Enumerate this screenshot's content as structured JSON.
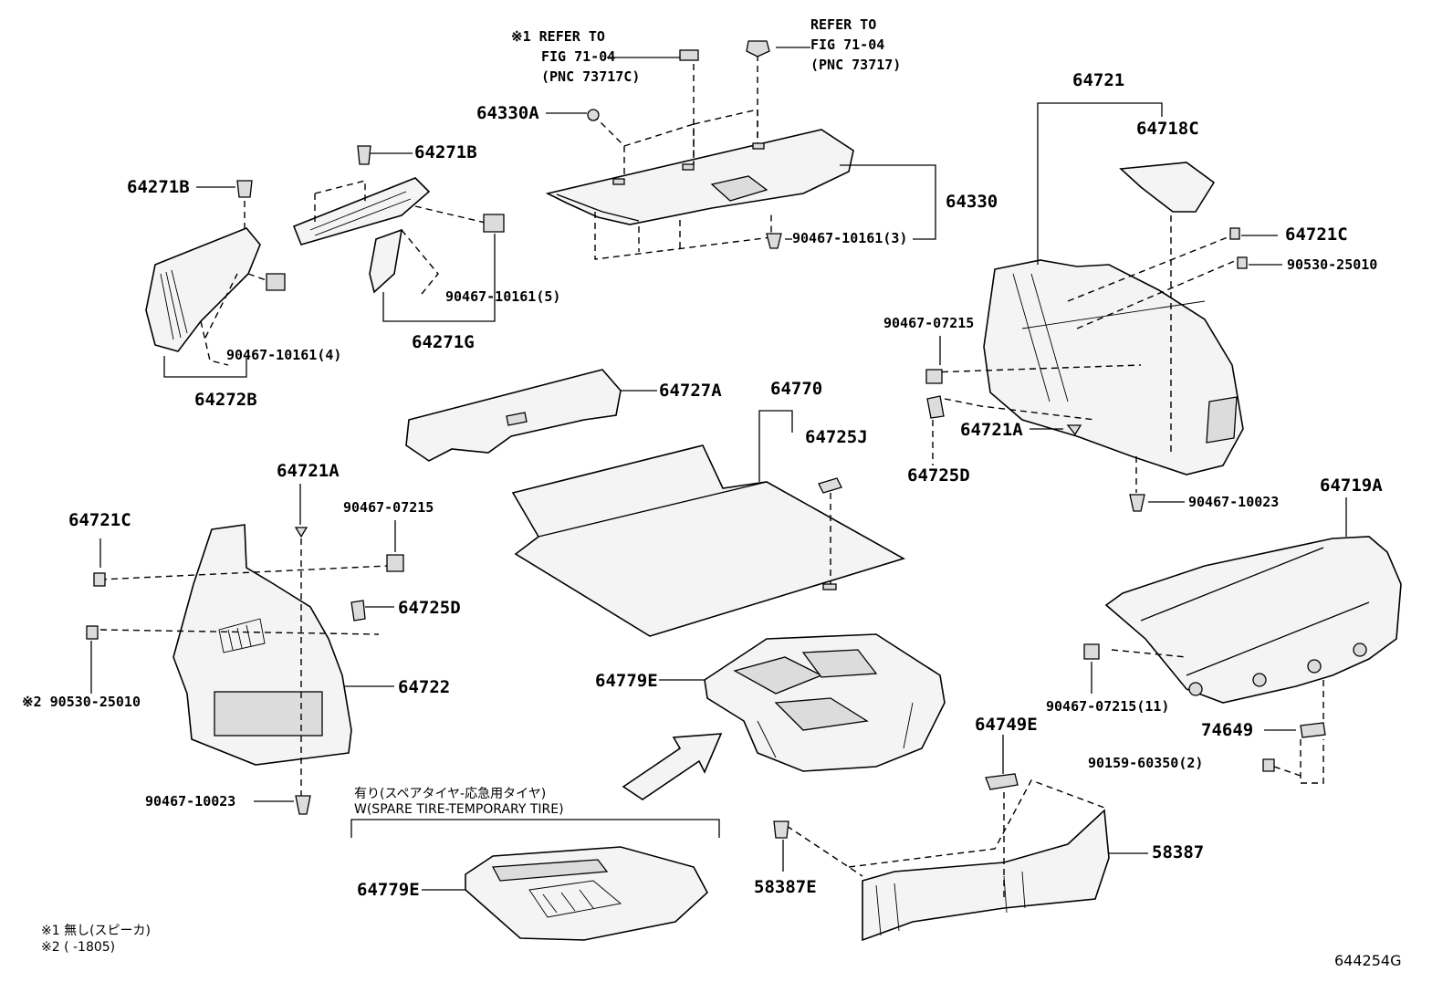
{
  "labels": {
    "ref1_a": "※1 REFER TO",
    "ref1_b": "FIG 71-04",
    "ref1_c": "(PNC 73717C)",
    "ref2_a": "REFER TO",
    "ref2_b": "FIG 71-04",
    "ref2_c": "(PNC 73717)",
    "p64330A": "64330A",
    "p64330": "64330",
    "p90467_10161_3": "90467-10161(3)",
    "p64271B_a": "64271B",
    "p64271B_b": "64271B",
    "p90467_10161_5": "90467-10161(5)",
    "p64271G": "64271G",
    "p90467_10161_4": "90467-10161(4)",
    "p64272B": "64272B",
    "p64721": "64721",
    "p64718C": "64718C",
    "p64721C_r": "64721C",
    "p90530_25010_r": "90530-25010",
    "p90467_07215_r": "90467-07215",
    "p64721A_r": "64721A",
    "p64725D_r": "64725D",
    "p90467_10023_r": "90467-10023",
    "p64727A": "64727A",
    "p64770": "64770",
    "p64725J": "64725J",
    "p64721A_l": "64721A",
    "p64721C_l": "64721C",
    "p90467_07215_l": "90467-07215",
    "p64725D_l": "64725D",
    "p64722": "64722",
    "p90530_25010_l": "※2 90530-25010",
    "p90467_10023_l": "90467-10023",
    "p64719A": "64719A",
    "p90467_07215_11": "90467-07215(11)",
    "p74649": "74649",
    "p90159_60350_2": "90159-60350(2)",
    "p64779E_a": "64779E",
    "p64749E": "64749E",
    "p58387": "58387",
    "p58387E": "58387E",
    "p64779E_b": "64779E",
    "spare_jp": "有り(スペアタイヤ-応急用タイヤ)",
    "spare_en": "W(SPARE TIRE-TEMPORARY TIRE)",
    "footnote1": "※1 無し(スピーカ)",
    "footnote2": "※2 (      -1805)",
    "diagram_code": "644254G"
  }
}
